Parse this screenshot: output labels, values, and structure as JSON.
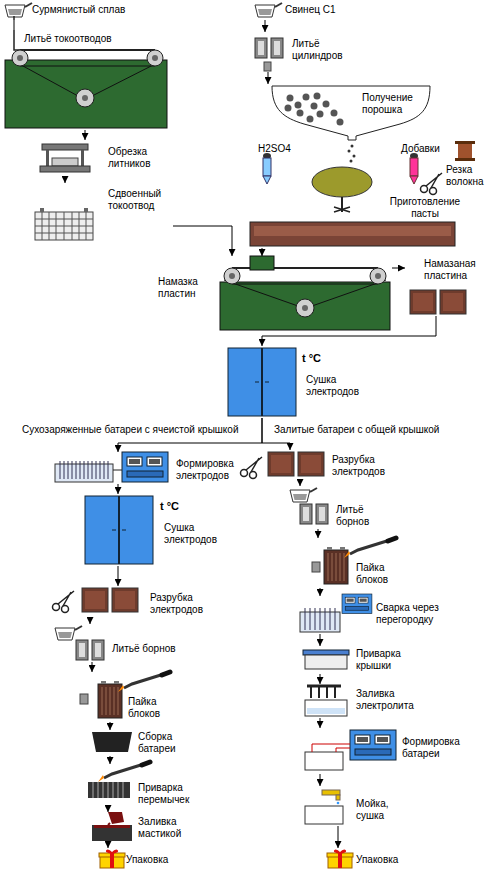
{
  "diagram": {
    "nodes": [
      {
        "text": [
          "Сурмянистый сплав"
        ]
      },
      {
        "text": [
          "Литьё токоотводов"
        ]
      },
      {
        "text": [
          "Обрезка литников"
        ]
      },
      {
        "text": [
          "Сдвоенный токоотвод"
        ]
      },
      {
        "text": [
          "Свинец С1"
        ]
      },
      {
        "text": [
          "Литьё цилиндров"
        ]
      },
      {
        "text": [
          "Получение порошка"
        ]
      },
      {
        "text": [
          "H2SO4"
        ]
      },
      {
        "text": [
          "Добавки"
        ]
      },
      {
        "text": [
          "Резка волокна"
        ]
      },
      {
        "text": [
          "Приготовление пасты"
        ]
      },
      {
        "text": [
          "Намазка пластин"
        ]
      },
      {
        "text": [
          "Намазаная пластина"
        ]
      },
      {
        "text": [
          "t °C",
          "Сушка электродов"
        ]
      },
      {
        "text": [
          "Формировка электродов"
        ]
      },
      {
        "text": [
          "t °C",
          "Сушка электродов"
        ]
      },
      {
        "text": [
          "Разрубка электродов"
        ]
      },
      {
        "text": [
          "Литьё борнов"
        ]
      },
      {
        "text": [
          "Пайка блоков"
        ]
      },
      {
        "text": [
          "Сборка батареи"
        ]
      },
      {
        "text": [
          "Приварка перемычек"
        ]
      },
      {
        "text": [
          "Заливка мастикой"
        ]
      },
      {
        "text": [
          "Упаковка"
        ]
      },
      {
        "text": [
          "Разрубка электродов"
        ]
      },
      {
        "text": [
          "Литьё борнов"
        ]
      },
      {
        "text": [
          "Пайка блоков"
        ]
      },
      {
        "text": [
          "Сварка через перегородку"
        ]
      },
      {
        "text": [
          "Приварка крышки"
        ]
      },
      {
        "text": [
          "Заливка электролита"
        ]
      },
      {
        "text": [
          "Формировка батареи"
        ]
      },
      {
        "text": [
          "Мойка, сушка"
        ]
      },
      {
        "text": [
          "Упаковка"
        ]
      }
    ],
    "edges": [
      {
        "from": 0,
        "to": 1,
        "arrow": "none"
      },
      {
        "from": 1,
        "to": 2,
        "arrow": "to"
      },
      {
        "from": 2,
        "to": 3,
        "arrow": "to"
      },
      {
        "from": 3,
        "to": 11,
        "arrow": "to"
      },
      {
        "from": 4,
        "to": 5,
        "arrow": "to"
      },
      {
        "from": 5,
        "to": 6,
        "arrow": "to"
      },
      {
        "from": 10,
        "to": 11,
        "arrow": "to"
      },
      {
        "from": 11,
        "to": 12,
        "arrow": "to"
      },
      {
        "from": 12,
        "to": 13,
        "arrow": "to"
      },
      {
        "from": 13,
        "to": 14,
        "label": "Сухозаряженные батареи с ячеистой крышкой",
        "arrow": "to"
      },
      {
        "from": 13,
        "to": 23,
        "label": "Залитые батареи с общей крышкой",
        "arrow": "to"
      },
      {
        "from": 14,
        "to": 15,
        "arrow": "to"
      },
      {
        "from": 15,
        "to": 16,
        "arrow": "to"
      },
      {
        "from": 16,
        "to": 17,
        "arrow": "to"
      },
      {
        "from": 17,
        "to": 18,
        "arrow": "to"
      },
      {
        "from": 18,
        "to": 19,
        "arrow": "to"
      },
      {
        "from": 19,
        "to": 20,
        "arrow": "to"
      },
      {
        "from": 20,
        "to": 21,
        "arrow": "to"
      },
      {
        "from": 21,
        "to": 22,
        "arrow": "to"
      },
      {
        "from": 23,
        "to": 24,
        "arrow": "to"
      },
      {
        "from": 24,
        "to": 25,
        "arrow": "to"
      },
      {
        "from": 25,
        "to": 26,
        "arrow": "to"
      },
      {
        "from": 26,
        "to": 27,
        "arrow": "to"
      },
      {
        "from": 27,
        "to": 28,
        "arrow": "to"
      },
      {
        "from": 28,
        "to": 29,
        "arrow": "to"
      },
      {
        "from": 29,
        "to": 30,
        "arrow": "to"
      },
      {
        "from": 30,
        "to": 31,
        "arrow": "to"
      }
    ]
  }
}
